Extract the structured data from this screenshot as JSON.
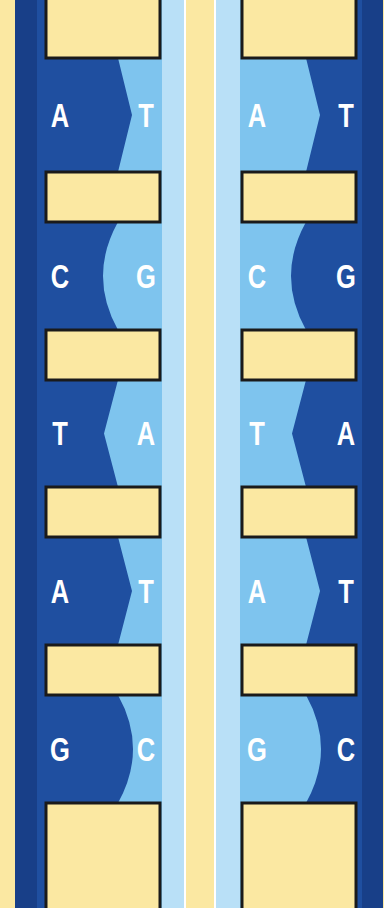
{
  "diagram": {
    "labels": [
      "A",
      "T",
      "A",
      "T",
      "C",
      "G",
      "C",
      "G",
      "T",
      "A",
      "T",
      "A",
      "A",
      "T",
      "A",
      "T",
      "G",
      "C",
      "G",
      "C"
    ]
  }
}
